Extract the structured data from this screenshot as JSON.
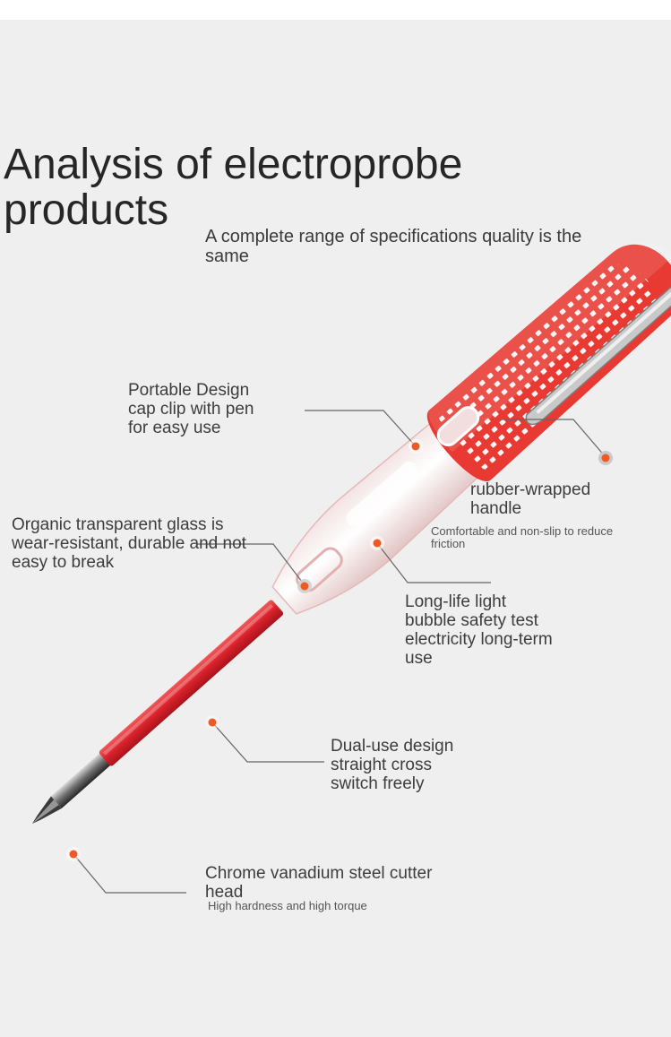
{
  "title_lines": [
    "Analysis of electroprobe",
    "products"
  ],
  "subtitle_lines": [
    "A complete range of specifications quality is the",
    "same"
  ],
  "callouts": {
    "clip": {
      "lines": [
        "Portable Design",
        "cap clip with pen",
        "for easy use"
      ]
    },
    "handle": {
      "lines": [
        "rubber-wrapped",
        "handle"
      ],
      "note_lines": [
        "Comfortable and non-slip to reduce",
        "friction"
      ]
    },
    "glass": {
      "lines": [
        "Organic transparent glass is",
        "wear-resistant, durable and not",
        "easy to break"
      ]
    },
    "bubble": {
      "lines": [
        "Long-life light",
        "bubble safety test",
        "electricity long-term",
        "use"
      ]
    },
    "dual": {
      "lines": [
        "Dual-use design",
        "straight cross",
        "switch freely"
      ]
    },
    "head": {
      "lines": [
        "Chrome vanadium steel cutter",
        "head"
      ],
      "note_lines": [
        "High hardness and high torque"
      ]
    }
  },
  "colors": {
    "handle_red": "#e83a32",
    "shaft_red": "#d8202a",
    "dot_orange": "#ef5a24",
    "leader_line": "#666666"
  }
}
